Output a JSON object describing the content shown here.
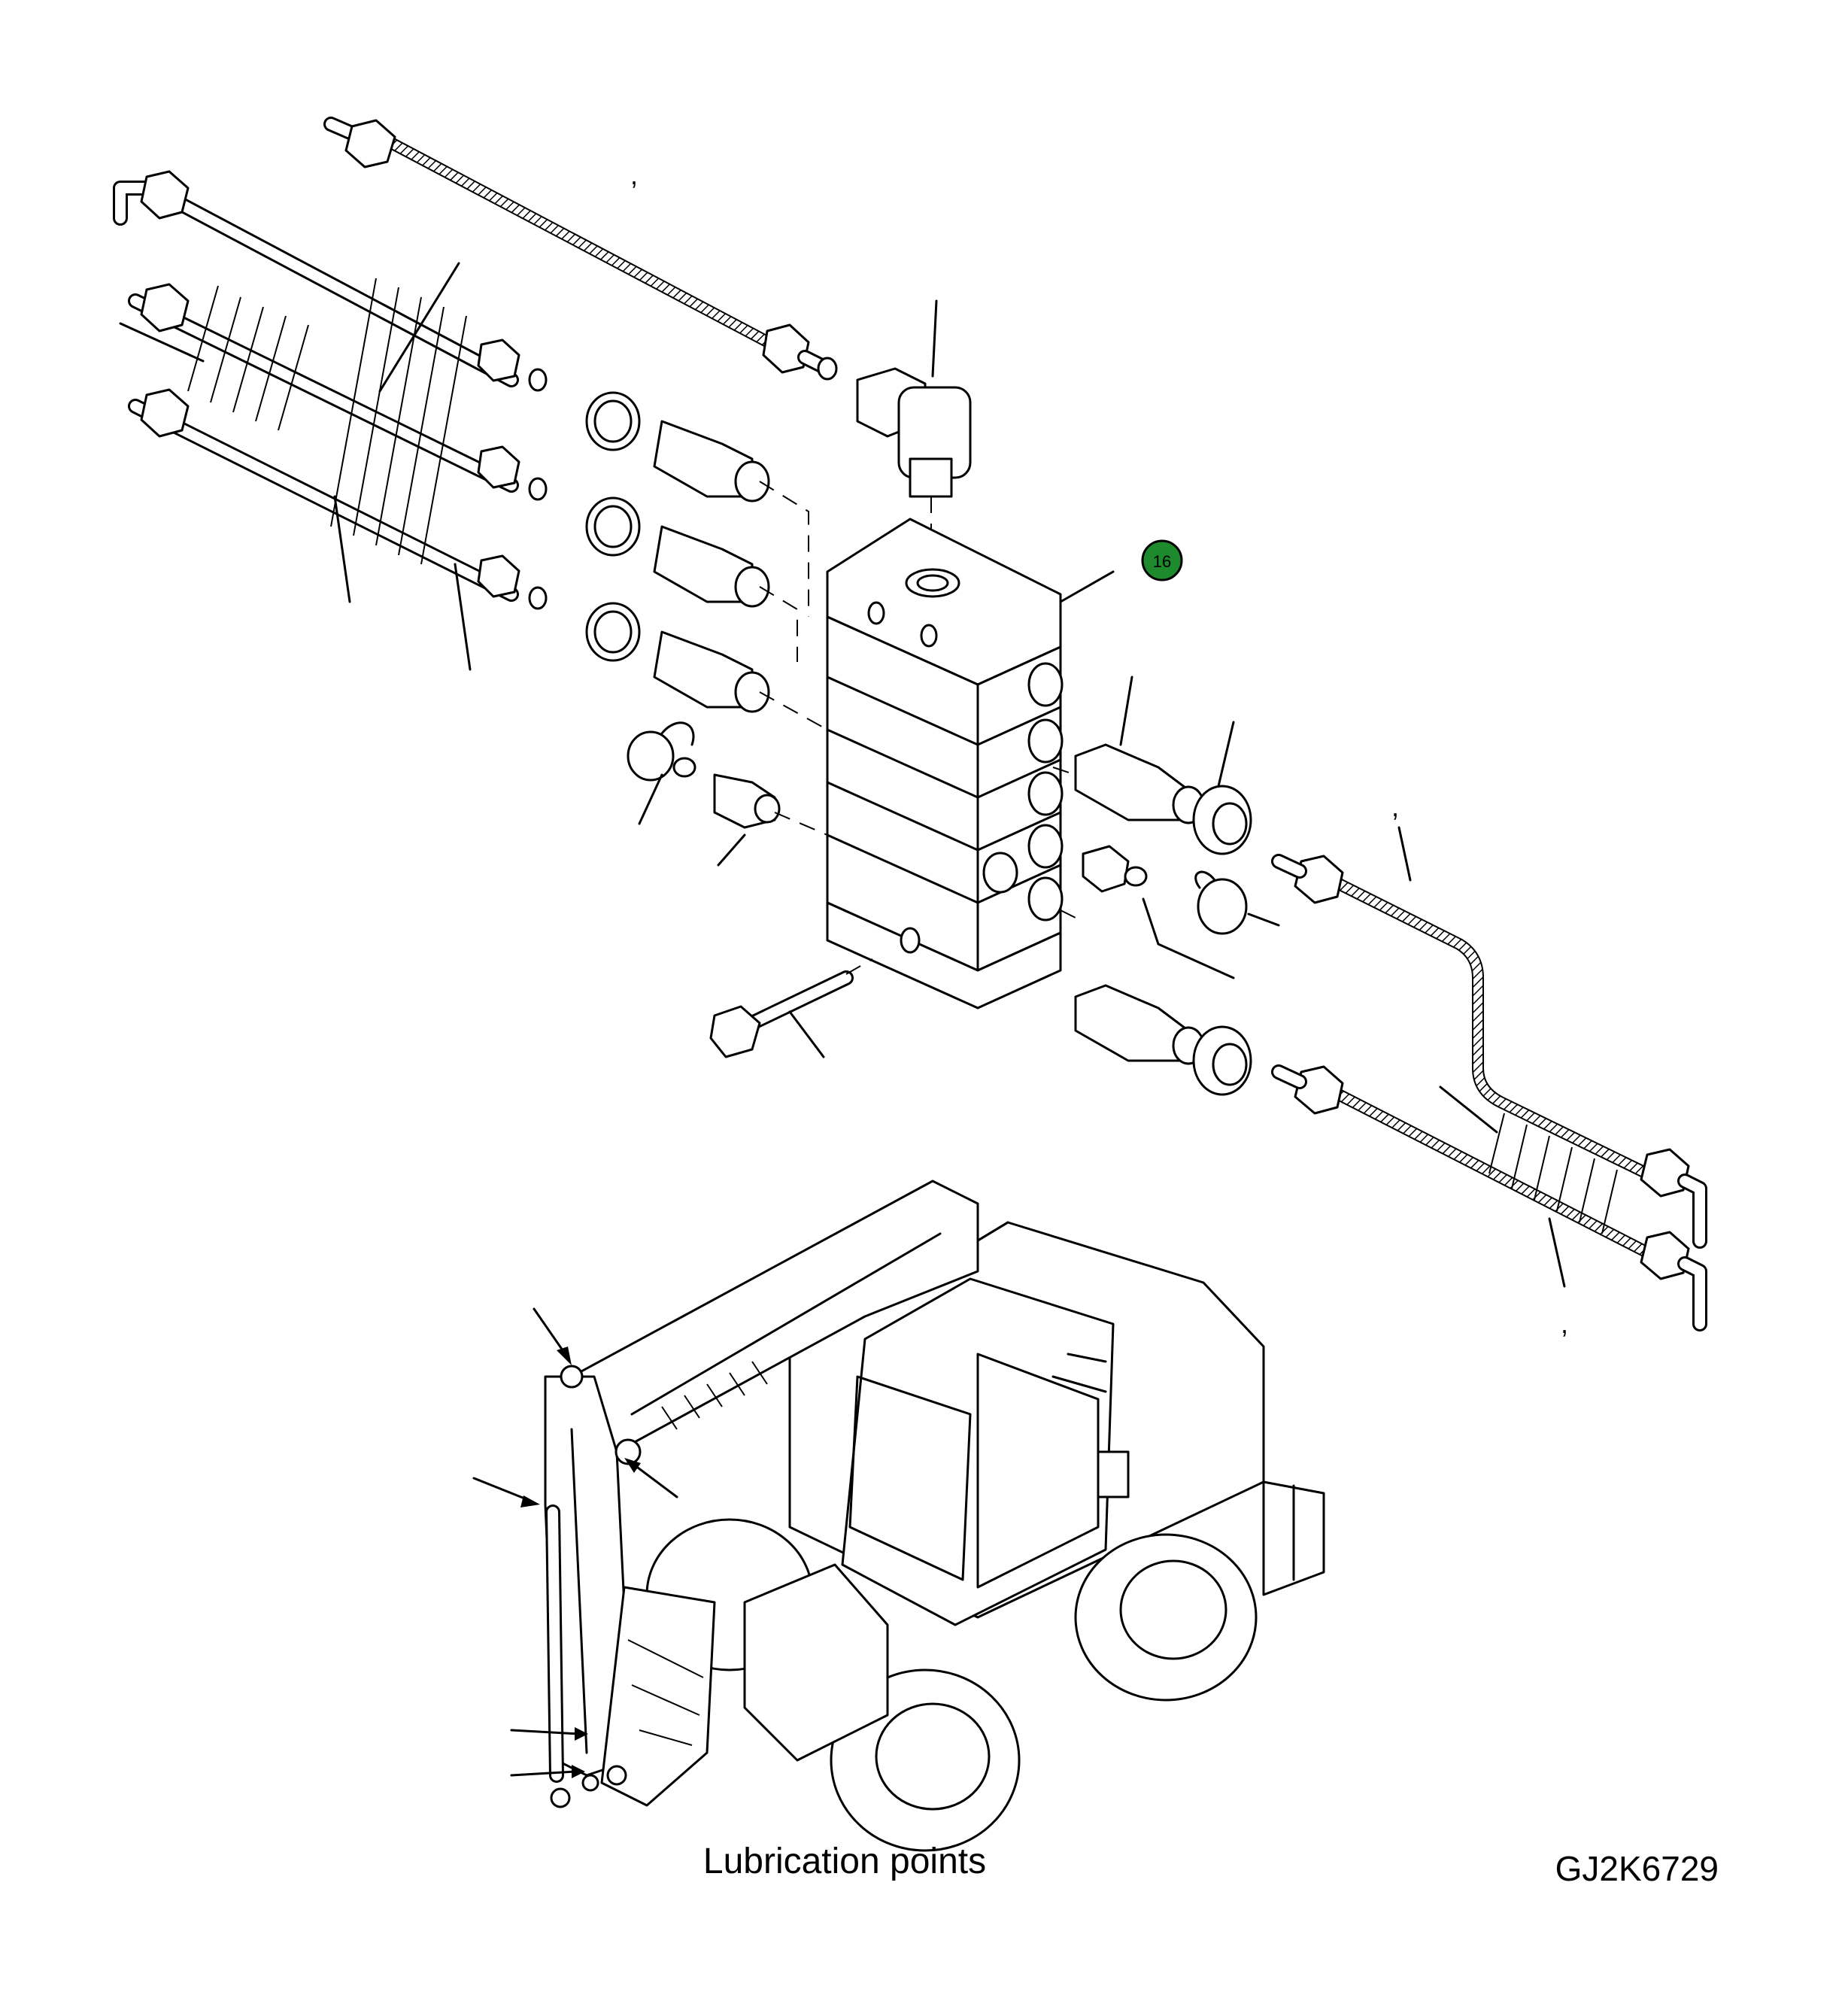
{
  "caption": "Lubrication points",
  "drawing_code": "GJ2K6729",
  "callout": {
    "number": "16",
    "color": "#1e8a2e"
  },
  "tick_marks": [
    ",",
    ",",
    ","
  ]
}
